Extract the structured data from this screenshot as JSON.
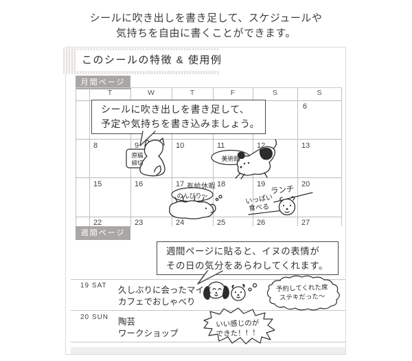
{
  "intro": {
    "line1": "シールに吹き出しを書き足して、スケジュールや",
    "line2": "気持ちを自由に書くことができます。"
  },
  "card": {
    "header": "このシールの特徴 & 使用例",
    "monthly_badge": "月間ページ",
    "weekly_badge": "週間ページ"
  },
  "monthly": {
    "bubble_line1": "シールに吹き出しを書き足して、",
    "bubble_line2": "予定や気持ちを書き込みましょう。",
    "day_headers": [
      "T",
      "W",
      "T",
      "F",
      "S",
      "S"
    ],
    "week1_sun": "6",
    "week2": [
      "8",
      "9",
      "10",
      "11",
      "12",
      "13"
    ],
    "week3": [
      "15",
      "16",
      "17",
      "18",
      "19",
      "20"
    ],
    "week4": [
      "22",
      "23",
      "24",
      "25",
      "26",
      "27"
    ],
    "notes": {
      "deadline_line1": "原稿",
      "deadline_line2": "締切",
      "museum": "美術館",
      "vacation": "有給休暇",
      "relax": "のんびり〜",
      "lunch": "ランチ",
      "eat_line1": "いっぱい",
      "eat_line2": "食べる"
    }
  },
  "weekly": {
    "bubble_line1": "週間ページに貼ると、イヌの表情が",
    "bubble_line2": "その日の気分をあらわしてくれます。",
    "sat": {
      "day": "19 SAT",
      "entry_line1": "久しぶりに会ったマイと",
      "entry_line2": "カフェでおしゃべり",
      "cloud_line1": "予約してくれた席",
      "cloud_line2": "ステキだった〜"
    },
    "sun": {
      "day": "20 SUN",
      "entry_line1": "陶芸",
      "entry_line2": "ワークショップ",
      "burst_line1": "いい感じのが",
      "burst_line2": "できた！！！"
    }
  },
  "colors": {
    "badge_gray": "#a9a6a4",
    "ink": "#2e2c2a",
    "grid_line": "#c2bfbd"
  }
}
